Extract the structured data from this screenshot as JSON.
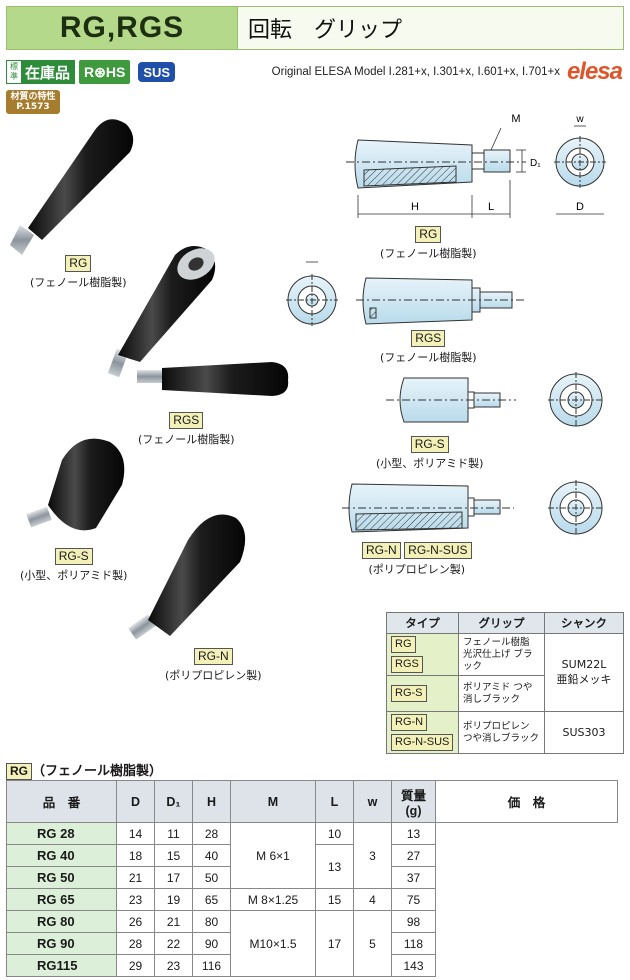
{
  "header": {
    "code": "RG,RGS",
    "title": "回転　グリップ"
  },
  "badges": {
    "std_small_1": "標",
    "std_small_2": "準",
    "std_big": "在庫品",
    "rohs": "R⊛HS",
    "sus": "SUS",
    "ref_line1": "材質の特性",
    "ref_line2": "P.1573"
  },
  "original_model": "Original ELESA Model I.281+x, I.301+x, I.601+x, I.701+x",
  "logo": "elesa",
  "products": {
    "rg": {
      "tag": "RG",
      "material": "(フェノール樹脂製)"
    },
    "rgs": {
      "tag": "RGS",
      "material": "(フェノール樹脂製)"
    },
    "rgs_photo": {
      "tag": "RGS",
      "material": "(フェノール樹脂製)"
    },
    "rg_s": {
      "tag": "RG-S",
      "material": "(小型、ポリアミド製)"
    },
    "rg_n": {
      "tag": "RG-N",
      "material": "(ポリプロピレン製)"
    },
    "rg_n_sus": {
      "tag": "RG-N-SUS"
    }
  },
  "drawing": {
    "label_m": "M",
    "label_w": "w",
    "label_d1": "D₁",
    "label_h": "H",
    "label_l": "L",
    "label_d": "D"
  },
  "type_table": {
    "headers": [
      "タイプ",
      "グリップ",
      "シャンク"
    ],
    "rg": "RG",
    "rgs": "RGS",
    "rg_s": "RG-S",
    "rg_n": "RG-N",
    "rg_n_sus": "RG-N-SUS",
    "grip_phenol": "フェノール樹脂 光沢仕上げ ブラック",
    "grip_polyamide": "ポリアミド つや消しブラック",
    "grip_pp": "ポリプロピレン つや消しブラック",
    "shank_main_1": "SUM22L",
    "shank_main_2": "亜鉛メッキ",
    "shank_sus": "SUS303"
  },
  "spec": {
    "title_tag": "RG",
    "title_text": "（フェノール樹脂製）",
    "headers": {
      "code": "品　番",
      "d": "D",
      "d1": "D₁",
      "h": "H",
      "m": "M",
      "l": "L",
      "w": "w",
      "weight": "質量 (g)",
      "price": "価　格"
    },
    "rows": [
      {
        "code": "RG  28",
        "d": "14",
        "d1": "11",
        "h": "28",
        "weight": "13"
      },
      {
        "code": "RG  40",
        "d": "18",
        "d1": "15",
        "h": "40",
        "weight": "27"
      },
      {
        "code": "RG  50",
        "d": "21",
        "d1": "17",
        "h": "50",
        "weight": "37"
      },
      {
        "code": "RG  65",
        "d": "23",
        "d1": "19",
        "h": "65",
        "weight": "75"
      },
      {
        "code": "RG  80",
        "d": "26",
        "d1": "21",
        "h": "80",
        "weight": "98"
      },
      {
        "code": "RG  90",
        "d": "28",
        "d1": "22",
        "h": "90",
        "weight": "118"
      },
      {
        "code": "RG115",
        "d": "29",
        "d1": "23",
        "h": "116",
        "weight": "143"
      }
    ],
    "m_values": [
      "M  6×1",
      "M  8×1.25",
      "M10×1.5"
    ],
    "l_values": [
      "10",
      "13",
      "15",
      "17"
    ],
    "w_values": [
      "3",
      "4",
      "5"
    ]
  }
}
